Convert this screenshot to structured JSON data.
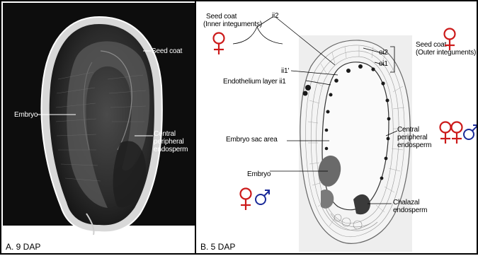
{
  "panel_a": {
    "caption": "A. 9 DAP",
    "labels": {
      "seed_coat": "Seed coat",
      "embryo": "Embryo",
      "central_line1": "Central",
      "central_line2": "peripheral",
      "central_line3": "endosperm"
    }
  },
  "panel_b": {
    "caption": "B. 5 DAP",
    "labels": {
      "seed_coat_inner_1": "Seed coat",
      "seed_coat_inner_2": "(Inner integuments)",
      "ii2": "ii2",
      "ii1_prime": "ii1'",
      "endothelium": "Endothelium layer ii1",
      "seed_coat_outer_1": "Seed coat",
      "seed_coat_outer_2": "(Outer integuments)",
      "oi2": "oi2",
      "oi1": "oi1",
      "central_line1": "Central",
      "central_line2": "peripheral",
      "central_line3": "endosperm",
      "embryo_sac": "Embryo sac area",
      "embryo": "Embryo",
      "chalazal_line1": "Chalazal",
      "chalazal_line2": "endosperm"
    }
  },
  "colors": {
    "female_symbol": "#cc1a1a",
    "male_symbol": "#1a2a99"
  },
  "icons": [
    "female-symbol-icon",
    "male-symbol-icon"
  ]
}
